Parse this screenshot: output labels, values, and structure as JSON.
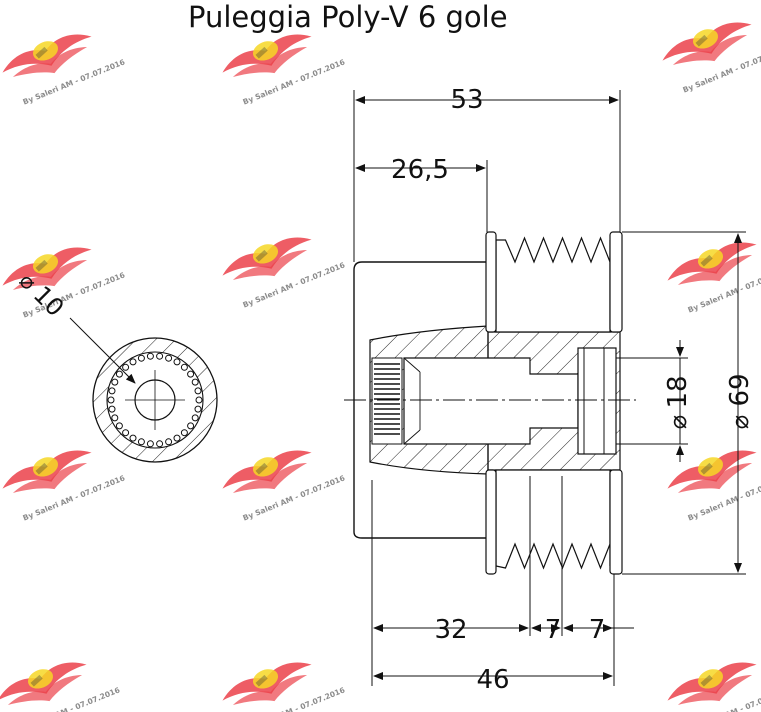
{
  "title": "Puleggia Poly-V 6 gole",
  "watermark": {
    "text": "By Saleri AM - 07.07.2016",
    "logo_color": "#e8202a",
    "logo_accent": "#f5d000"
  },
  "dimensions": {
    "overall_length": "53",
    "half_length": "26,5",
    "bore_diameter": "18",
    "outer_diameter": "69",
    "spline_diameter": "10",
    "body_length": "32",
    "groove_step_1": "7",
    "groove_step_2": "7",
    "total_length": "46"
  },
  "symbols": {
    "diameter": "⌀",
    "diameter_large": "Ø"
  },
  "colors": {
    "line": "#111111",
    "watermark_red": "#e8202a",
    "watermark_yellow": "#f5d000"
  }
}
